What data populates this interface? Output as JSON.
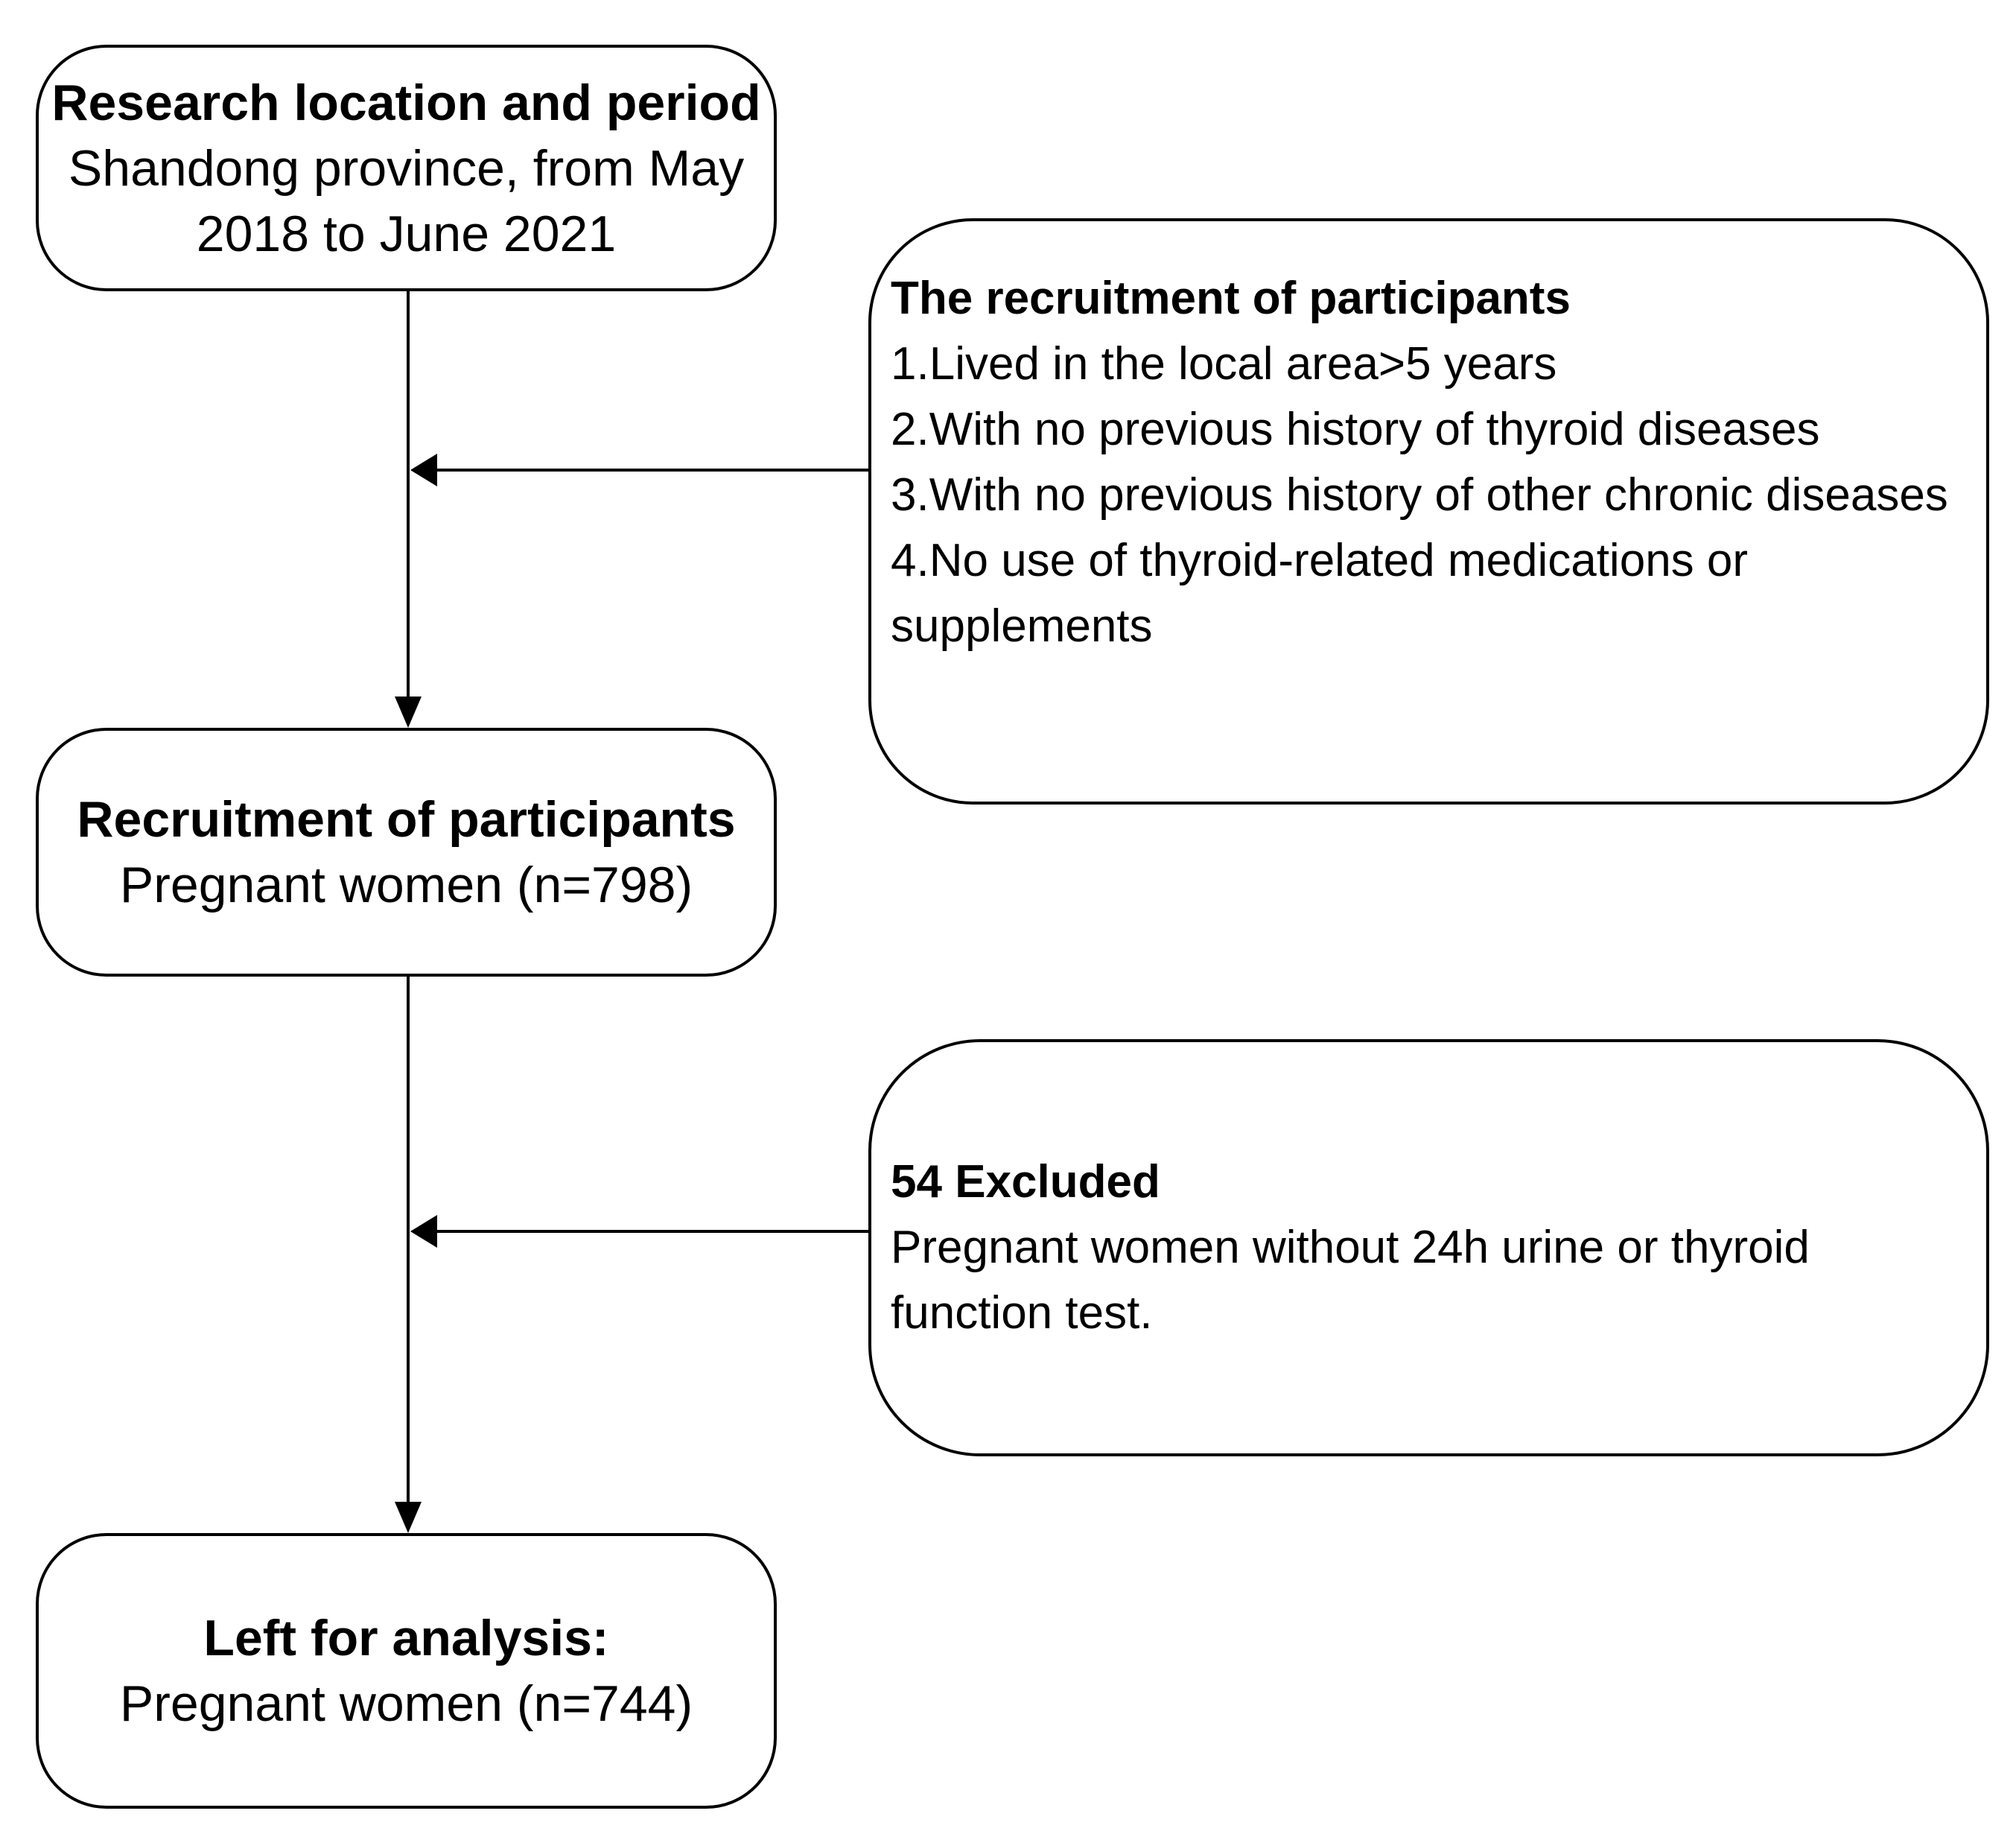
{
  "colors": {
    "background": "#ffffff",
    "stroke": "#000000",
    "text": "#000000"
  },
  "flowchart": {
    "location": {
      "title": "Research location and period",
      "lines": [
        "Shandong province, from May",
        "2018 to June 2021"
      ]
    },
    "criteria": {
      "title": "The recruitment of participants",
      "items": [
        "1.Lived in the local area>5 years",
        "2.With no previous history of thyroid diseases",
        "3.With no previous history of other chronic diseases",
        "4.No use of thyroid-related medications or supplements"
      ]
    },
    "recruitment": {
      "title": "Recruitment of participants",
      "subtitle": "Pregnant women (n=798)"
    },
    "excluded": {
      "title": "54 Excluded",
      "description": "Pregnant women without 24h urine or thyroid function test."
    },
    "analysis": {
      "title": "Left for analysis:",
      "subtitle": "Pregnant women (n=744)"
    }
  }
}
